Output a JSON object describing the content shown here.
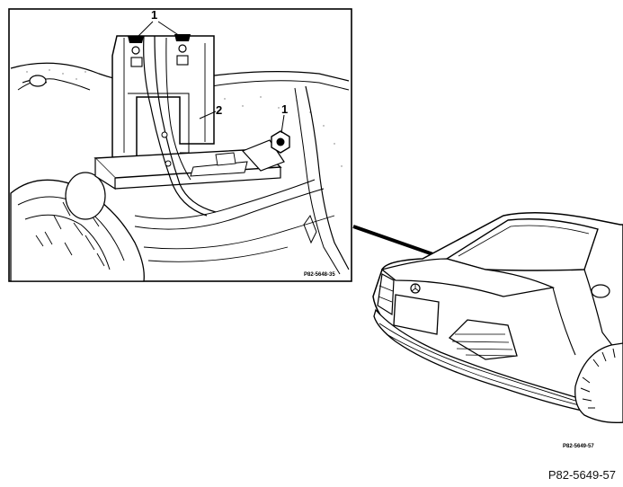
{
  "diagram": {
    "callouts": [
      {
        "id": "1",
        "text": "1"
      },
      {
        "id": "2",
        "text": "2"
      },
      {
        "id": "1b",
        "text": "1"
      }
    ],
    "inset_code": "P82-5648-35",
    "car_view_code": "P82-5649-57",
    "figure_reference": "P82-5649-57"
  }
}
